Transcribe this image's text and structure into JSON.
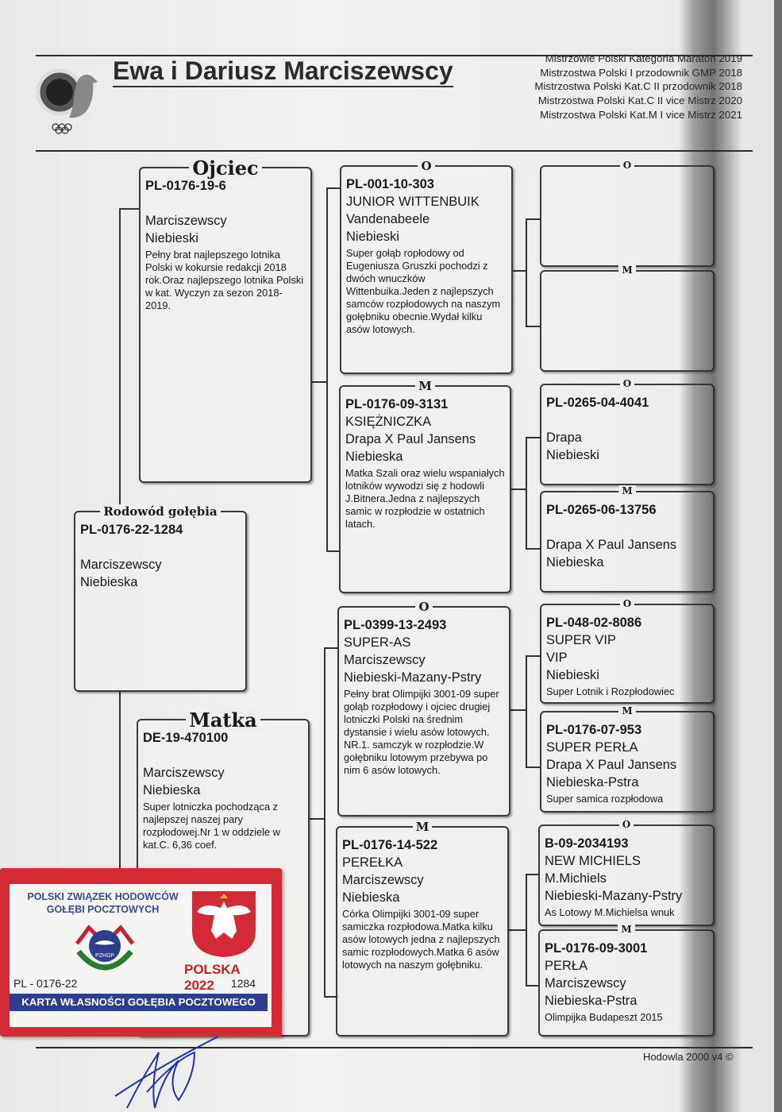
{
  "header": {
    "title": "Ewa i Dariusz Marciszewscy",
    "awards": [
      "Mistrzowie Polski Kategoria Maraton 2019",
      "Mistrzostwa Polski I  przodownik GMP 2018",
      "Mistrzostwa Polski Kat.C II przodownik 2018",
      "Mistrzostwa Polski Kat.C II vice Mistrz 2020",
      "Mistrzostwa Polski Kat.M I vice Mistrz 2021"
    ]
  },
  "pedigree": {
    "subject": {
      "label": "Rodowód gołębia",
      "ring": "PL-0176-22-1284",
      "name": "",
      "breeder": "Marciszewscy",
      "color": "Niebieska",
      "notes": ""
    },
    "father": {
      "label": "Ojciec",
      "ring": "PL-0176-19-6",
      "name": "",
      "breeder": "Marciszewscy",
      "color": "Niebieski",
      "notes": "Pełny brat najlepszego lotnika Polski w kokursie redakcji 2018 rok.Oraz najlepszego lotnika Polski w kat. Wyczyn za sezon 2018-2019."
    },
    "mother": {
      "label": "Matka",
      "ring": "DE-19-470100",
      "name": "",
      "breeder": "Marciszewscy",
      "color": "Niebieska",
      "notes": "Super lotniczka pochodząca z najlepszej naszej pary rozpłodowej.Nr 1 w oddziele w kat.C. 6,36 coef."
    },
    "ff": {
      "label": "O",
      "ring": "PL-001-10-303",
      "name": "JUNIOR WITTENBUIK",
      "breeder": "Vandenabeele",
      "color": "Niebieski",
      "notes": "Super gołąb ropłodowy od Eugeniusza Gruszki pochodzi z dwóch wnuczków Wittenbuika.Jeden z najlepszych samców rozpłodowych na naszym gołębniku obecnie.Wydał kilku asów lotowych."
    },
    "fm": {
      "label": "M",
      "ring": "PL-0176-09-3131",
      "name": "KSIĘŻNICZKA",
      "breeder": "Drapa X Paul Jansens",
      "color": "Niebieska",
      "notes": "Matka Szali oraz wielu wspaniałych lotników wywodzi się z hodowli J.Bitnera.Jedna z najlepszych samic w rozpłodzie w ostatnich latach."
    },
    "mf": {
      "label": "O",
      "ring": "PL-0399-13-2493",
      "name": "SUPER-AS",
      "breeder": "Marciszewscy",
      "color": "Niebieski-Mazany-Pstry",
      "notes": "Pełny brat Olimpijki 3001-09 super gołąb rozpłodowy i ojciec drugiej lotniczki Polski na średnim dystansie i wielu asów lotowych. NR.1. samczyk w rozpłodzie.W gołębniku lotowym przebywa po nim 6 asów lotowych."
    },
    "mm": {
      "label": "M",
      "ring": "PL-0176-14-522",
      "name": "PEREŁKA",
      "breeder": "Marciszewscy",
      "color": "Niebieska",
      "notes": "Córka Olimpijki 3001-09 super samiczka rozpłodowa.Matka kilku asów lotowych jedna z najlepszych samic rozpłodowych.Matka 6 asów lotowych na naszym gołębniku."
    },
    "fff": {
      "label": "O",
      "ring": "",
      "name": "",
      "breeder": "",
      "color": "",
      "notes": ""
    },
    "ffm": {
      "label": "M",
      "ring": "",
      "name": "",
      "breeder": "",
      "color": "",
      "notes": ""
    },
    "fmf": {
      "label": "O",
      "ring": "PL-0265-04-4041",
      "name": "",
      "breeder": "Drapa",
      "color": "Niebieski",
      "notes": ""
    },
    "fmm": {
      "label": "M",
      "ring": "PL-0265-06-13756",
      "name": "",
      "breeder": "Drapa X Paul Jansens",
      "color": "Niebieska",
      "notes": ""
    },
    "mff": {
      "label": "O",
      "ring": "PL-048-02-8086",
      "name": "SUPER VIP",
      "breeder": "VIP",
      "color": "Niebieski",
      "notes": "Super Lotnik i Rozpłodowiec"
    },
    "mfm": {
      "label": "M",
      "ring": "PL-0176-07-953",
      "name": "SUPER PERŁA",
      "breeder": "Drapa X Paul Jansens",
      "color": "Niebieska-Pstra",
      "notes": "Super samica rozpłodowa"
    },
    "mmf": {
      "label": "O",
      "ring": "B-09-2034193",
      "name": "NEW MICHIELS",
      "breeder": "M.Michiels",
      "color": "Niebieski-Mazany-Pstry",
      "notes": "As Lotowy M.Michielsa wnuk"
    },
    "mmm": {
      "label": "M",
      "ring": "PL-0176-09-3001",
      "name": "PERŁA",
      "breeder": "Marciszewscy",
      "color": "Niebieska-Pstra",
      "notes": "Olimpijka Budapeszt 2015"
    }
  },
  "card": {
    "org_line1": "POLSKI ZWIĄZEK HODOWCÓW",
    "org_line2": "GOŁĘBI POCZTOWYCH",
    "logo_text": "PZHGP",
    "year": "POLSKA 2022",
    "ring_prefix": "PL - 0176-22",
    "ring_number": "1284",
    "banner": "KARTA WŁASNOŚCI GOŁĘBIA POCZTOWEGO"
  },
  "footer": "Hodowla 2000 v4 ©"
}
